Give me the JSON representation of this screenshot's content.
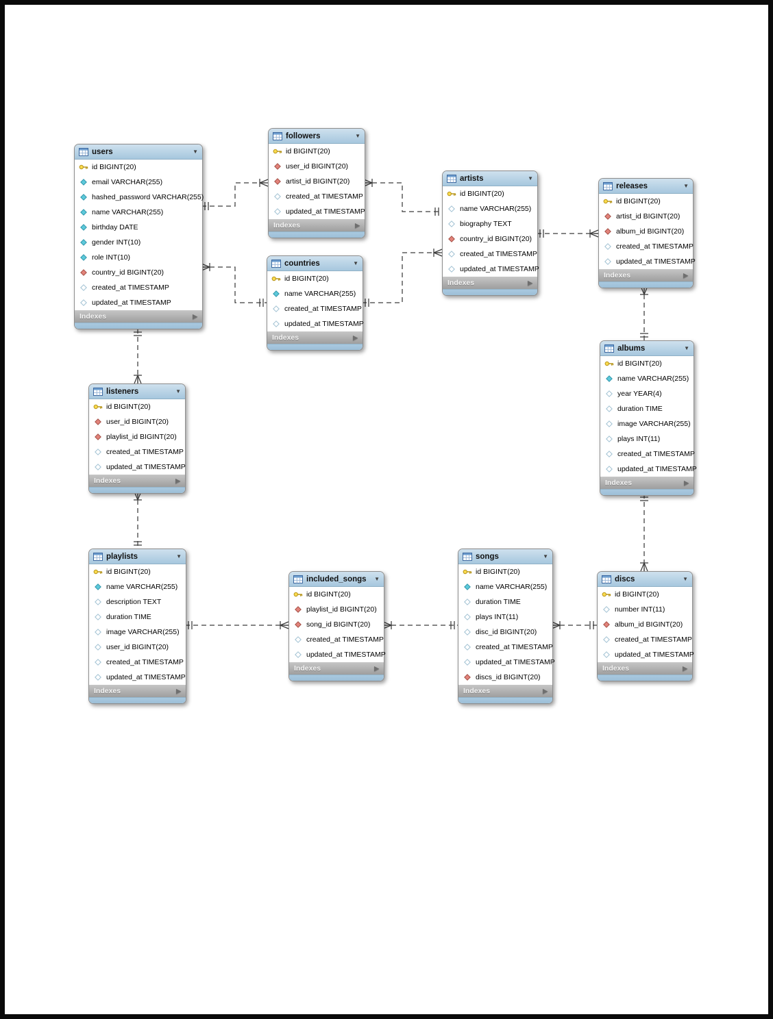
{
  "diagram": {
    "indexes_label": "Indexes",
    "tables": [
      {
        "name": "users",
        "columns": [
          {
            "icon": "primary-key",
            "label": "id BIGINT(20)"
          },
          {
            "icon": "not-null",
            "label": "email VARCHAR(255)"
          },
          {
            "icon": "not-null",
            "label": "hashed_password VARCHAR(255)"
          },
          {
            "icon": "not-null",
            "label": "name VARCHAR(255)"
          },
          {
            "icon": "not-null",
            "label": "birthday DATE"
          },
          {
            "icon": "not-null",
            "label": "gender INT(10)"
          },
          {
            "icon": "not-null",
            "label": "role INT(10)"
          },
          {
            "icon": "foreign-key",
            "label": "country_id BIGINT(20)"
          },
          {
            "icon": "nullable",
            "label": "created_at TIMESTAMP"
          },
          {
            "icon": "nullable",
            "label": "updated_at TIMESTAMP"
          }
        ]
      },
      {
        "name": "followers",
        "columns": [
          {
            "icon": "primary-key",
            "label": "id BIGINT(20)"
          },
          {
            "icon": "foreign-key",
            "label": "user_id BIGINT(20)"
          },
          {
            "icon": "foreign-key",
            "label": "artist_id BIGINT(20)"
          },
          {
            "icon": "nullable",
            "label": "created_at TIMESTAMP"
          },
          {
            "icon": "nullable",
            "label": "updated_at TIMESTAMP"
          }
        ]
      },
      {
        "name": "countries",
        "columns": [
          {
            "icon": "primary-key",
            "label": "id BIGINT(20)"
          },
          {
            "icon": "not-null",
            "label": "name VARCHAR(255)"
          },
          {
            "icon": "nullable",
            "label": "created_at TIMESTAMP"
          },
          {
            "icon": "nullable",
            "label": "updated_at TIMESTAMP"
          }
        ]
      },
      {
        "name": "artists",
        "columns": [
          {
            "icon": "primary-key",
            "label": "id BIGINT(20)"
          },
          {
            "icon": "nullable",
            "label": "name VARCHAR(255)"
          },
          {
            "icon": "nullable",
            "label": "biography TEXT"
          },
          {
            "icon": "foreign-key",
            "label": "country_id BIGINT(20)"
          },
          {
            "icon": "nullable",
            "label": "created_at TIMESTAMP"
          },
          {
            "icon": "nullable",
            "label": "updated_at TIMESTAMP"
          }
        ]
      },
      {
        "name": "releases",
        "columns": [
          {
            "icon": "primary-key",
            "label": "id BIGINT(20)"
          },
          {
            "icon": "foreign-key",
            "label": "artist_id BIGINT(20)"
          },
          {
            "icon": "foreign-key",
            "label": "album_id BIGINT(20)"
          },
          {
            "icon": "nullable",
            "label": "created_at TIMESTAMP"
          },
          {
            "icon": "nullable",
            "label": "updated_at TIMESTAMP"
          }
        ]
      },
      {
        "name": "albums",
        "columns": [
          {
            "icon": "primary-key",
            "label": "id BIGINT(20)"
          },
          {
            "icon": "not-null",
            "label": "name VARCHAR(255)"
          },
          {
            "icon": "nullable",
            "label": "year YEAR(4)"
          },
          {
            "icon": "nullable",
            "label": "duration TIME"
          },
          {
            "icon": "nullable",
            "label": "image VARCHAR(255)"
          },
          {
            "icon": "nullable",
            "label": "plays INT(11)"
          },
          {
            "icon": "nullable",
            "label": "created_at TIMESTAMP"
          },
          {
            "icon": "nullable",
            "label": "updated_at TIMESTAMP"
          }
        ]
      },
      {
        "name": "listeners",
        "columns": [
          {
            "icon": "primary-key",
            "label": "id BIGINT(20)"
          },
          {
            "icon": "foreign-key",
            "label": "user_id BIGINT(20)"
          },
          {
            "icon": "foreign-key",
            "label": "playlist_id BIGINT(20)"
          },
          {
            "icon": "nullable",
            "label": "created_at TIMESTAMP"
          },
          {
            "icon": "nullable",
            "label": "updated_at TIMESTAMP"
          }
        ]
      },
      {
        "name": "playlists",
        "columns": [
          {
            "icon": "primary-key",
            "label": "id BIGINT(20)"
          },
          {
            "icon": "not-null",
            "label": "name VARCHAR(255)"
          },
          {
            "icon": "nullable",
            "label": "description TEXT"
          },
          {
            "icon": "nullable",
            "label": "duration TIME"
          },
          {
            "icon": "nullable",
            "label": "image VARCHAR(255)"
          },
          {
            "icon": "nullable",
            "label": "user_id BIGINT(20)"
          },
          {
            "icon": "nullable",
            "label": "created_at TIMESTAMP"
          },
          {
            "icon": "nullable",
            "label": "updated_at TIMESTAMP"
          }
        ]
      },
      {
        "name": "included_songs",
        "columns": [
          {
            "icon": "primary-key",
            "label": "id BIGINT(20)"
          },
          {
            "icon": "foreign-key",
            "label": "playlist_id BIGINT(20)"
          },
          {
            "icon": "foreign-key",
            "label": "song_id BIGINT(20)"
          },
          {
            "icon": "nullable",
            "label": "created_at TIMESTAMP"
          },
          {
            "icon": "nullable",
            "label": "updated_at TIMESTAMP"
          }
        ]
      },
      {
        "name": "songs",
        "columns": [
          {
            "icon": "primary-key",
            "label": "id BIGINT(20)"
          },
          {
            "icon": "not-null",
            "label": "name VARCHAR(255)"
          },
          {
            "icon": "nullable",
            "label": "duration TIME"
          },
          {
            "icon": "nullable",
            "label": "plays INT(11)"
          },
          {
            "icon": "nullable",
            "label": "disc_id BIGINT(20)"
          },
          {
            "icon": "nullable",
            "label": "created_at TIMESTAMP"
          },
          {
            "icon": "nullable",
            "label": "updated_at TIMESTAMP"
          },
          {
            "icon": "foreign-key",
            "label": "discs_id BIGINT(20)"
          }
        ]
      },
      {
        "name": "discs",
        "columns": [
          {
            "icon": "primary-key",
            "label": "id BIGINT(20)"
          },
          {
            "icon": "nullable",
            "label": "number INT(11)"
          },
          {
            "icon": "foreign-key",
            "label": "album_id BIGINT(20)"
          },
          {
            "icon": "nullable",
            "label": "created_at TIMESTAMP"
          },
          {
            "icon": "nullable",
            "label": "updated_at TIMESTAMP"
          }
        ]
      }
    ],
    "relationships": [
      {
        "from": "users",
        "to": "followers",
        "from_cardinality": "one",
        "to_cardinality": "many"
      },
      {
        "from": "users",
        "to": "countries",
        "from_cardinality": "many",
        "to_cardinality": "one"
      },
      {
        "from": "followers",
        "to": "artists",
        "from_cardinality": "many",
        "to_cardinality": "one"
      },
      {
        "from": "countries",
        "to": "artists",
        "from_cardinality": "one",
        "to_cardinality": "many"
      },
      {
        "from": "artists",
        "to": "releases",
        "from_cardinality": "one",
        "to_cardinality": "many"
      },
      {
        "from": "releases",
        "to": "albums",
        "from_cardinality": "many",
        "to_cardinality": "one"
      },
      {
        "from": "albums",
        "to": "discs",
        "from_cardinality": "one",
        "to_cardinality": "many"
      },
      {
        "from": "users",
        "to": "listeners",
        "from_cardinality": "one",
        "to_cardinality": "many"
      },
      {
        "from": "listeners",
        "to": "playlists",
        "from_cardinality": "many",
        "to_cardinality": "one"
      },
      {
        "from": "playlists",
        "to": "included_songs",
        "from_cardinality": "one",
        "to_cardinality": "many"
      },
      {
        "from": "included_songs",
        "to": "songs",
        "from_cardinality": "many",
        "to_cardinality": "one"
      },
      {
        "from": "songs",
        "to": "discs",
        "from_cardinality": "many",
        "to_cardinality": "one"
      }
    ]
  },
  "colors": {
    "table_header_blue": "#a6c7de",
    "indexes_bar_gray": "#b2b2b2",
    "primary_key_yellow": "#fadb4e",
    "foreign_key_red": "#e2837b",
    "not_null_teal": "#5ec9da",
    "nullable_outline": "#9fc0d2",
    "relationship_line": "#3a3a3a",
    "page_border": "#0a0a0a"
  }
}
